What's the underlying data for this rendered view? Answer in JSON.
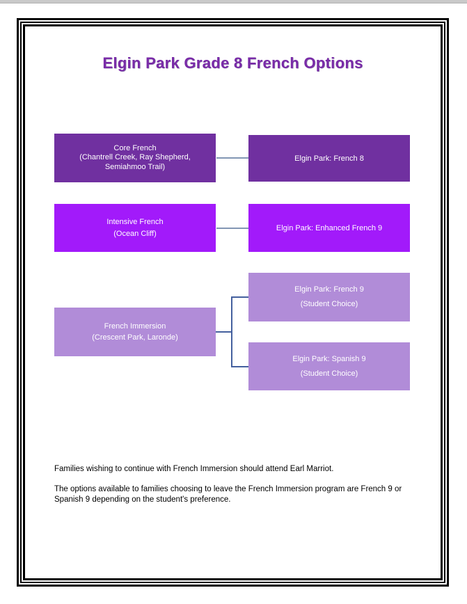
{
  "header": {
    "title": "Elgin Park Grade 8 French Options"
  },
  "flowchart": {
    "boxes": {
      "core_french": {
        "title": "Core French",
        "subtitle": "(Chantrell Creek, Ray Shepherd, Semiahmoo Trail)"
      },
      "french8": {
        "title": "Elgin Park: French 8"
      },
      "intensive_french": {
        "title": "Intensive French",
        "subtitle": "(Ocean Cliff)"
      },
      "enhanced_french9": {
        "title": "Elgin Park: Enhanced French 9"
      },
      "french_immersion": {
        "title": "French Immersion",
        "subtitle": "(Crescent Park, Laronde)"
      },
      "french9_choice": {
        "title": "Elgin Park: French 9",
        "subtitle": "(Student Choice)"
      },
      "spanish9_choice": {
        "title": "Elgin Park: Spanish 9",
        "subtitle": "(Student Choice)"
      }
    },
    "colors": {
      "core_row_fill": "#7030A0",
      "intensive_row_fill": "#A21AFA",
      "immersion_row_fill": "#B18CD8",
      "box_text": "#FFFFFF",
      "connector_plain": "#8296B4",
      "connector_bracket": "#44609E",
      "title_text": "#7A2BA8",
      "page_border": "#000000"
    }
  },
  "notes": {
    "paragraph1": "Families wishing to continue with French Immersion should attend Earl Marriot.",
    "paragraph2": "The options available to families choosing to leave the French Immersion program are French 9 or Spanish 9 depending on the student's preference."
  }
}
